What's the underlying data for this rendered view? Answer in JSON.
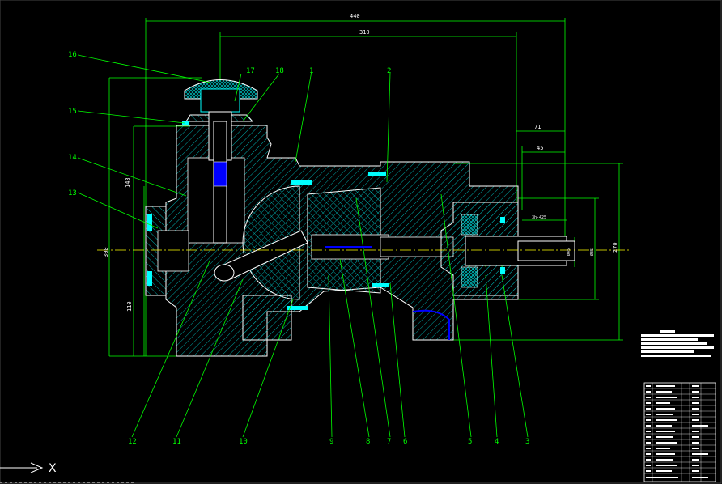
{
  "dimensions": {
    "overall_width": "440",
    "upper_width": "310",
    "right_1": "71",
    "right_2": "45",
    "height_left_1": "143",
    "height_left_2": "300",
    "height_left_3": "110",
    "height_right": "270",
    "shaft_1": "3h-425",
    "shaft_2": "Ø45",
    "shaft_3": "Ø35"
  },
  "part_labels": {
    "p1": "1",
    "p2": "2",
    "p3": "3",
    "p4": "4",
    "p5": "5",
    "p6": "6",
    "p7": "7",
    "p8": "8",
    "p9": "9",
    "p10": "10",
    "p11": "11",
    "p12": "12",
    "p13": "13",
    "p14": "14",
    "p15": "15",
    "p16": "16",
    "p17": "17",
    "p18": "18"
  },
  "axis_label": "X",
  "colors": {
    "background": "#000000",
    "outline": "#ffffff",
    "leader": "#00ff00",
    "hatch": "#00bfbf",
    "seal": "#00ffff",
    "blue": "#0000ff",
    "yellow_center": "#ffff00"
  }
}
